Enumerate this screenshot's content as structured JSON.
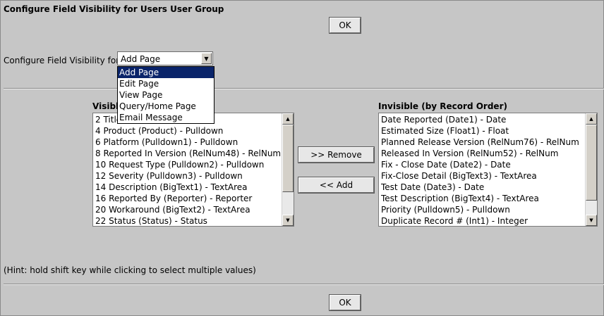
{
  "page": {
    "title": "Configure Field Visibility for Users User Group",
    "ok_label": "OK",
    "hint": "(Hint: hold shift key while clicking to select multiple values)"
  },
  "selector": {
    "label": "Configure Field Visibility for",
    "value": "Add Page",
    "options": [
      "Add Page",
      "Edit Page",
      "View Page",
      "Query/Home Page",
      "Email Message"
    ]
  },
  "visible": {
    "heading": "Visibl",
    "items": [
      "2 Title",
      "4 Product (Product) - Pulldown",
      "6 Platform (Pulldown1) - Pulldown",
      "8 Reported In Version (RelNum48) - RelNum",
      "10 Request Type (Pulldown2) - Pulldown",
      "12 Severity (Pulldown3) - Pulldown",
      "14 Description (BigText1) - TextArea",
      "16 Reported By (Reporter) - Reporter",
      "20 Workaround (BigText2) - TextArea",
      "22 Status (Status) - Status"
    ]
  },
  "actions": {
    "remove_label": ">> Remove",
    "add_label": "<< Add"
  },
  "invisible": {
    "heading": "Invisible (by Record Order)",
    "items": [
      "Date Reported (Date1) - Date",
      "Estimated Size (Float1) - Float",
      "Planned Release Version (RelNum76) - RelNum",
      "Released In Version (RelNum52) - RelNum",
      "Fix - Close Date (Date2) - Date",
      "Fix-Close Detail (BigText3) - TextArea",
      "Test Date (Date3) - Date",
      "Test Description (BigText4) - TextArea",
      "Priority (Pulldown5) - Pulldown",
      "Duplicate Record # (Int1) - Integer"
    ]
  }
}
